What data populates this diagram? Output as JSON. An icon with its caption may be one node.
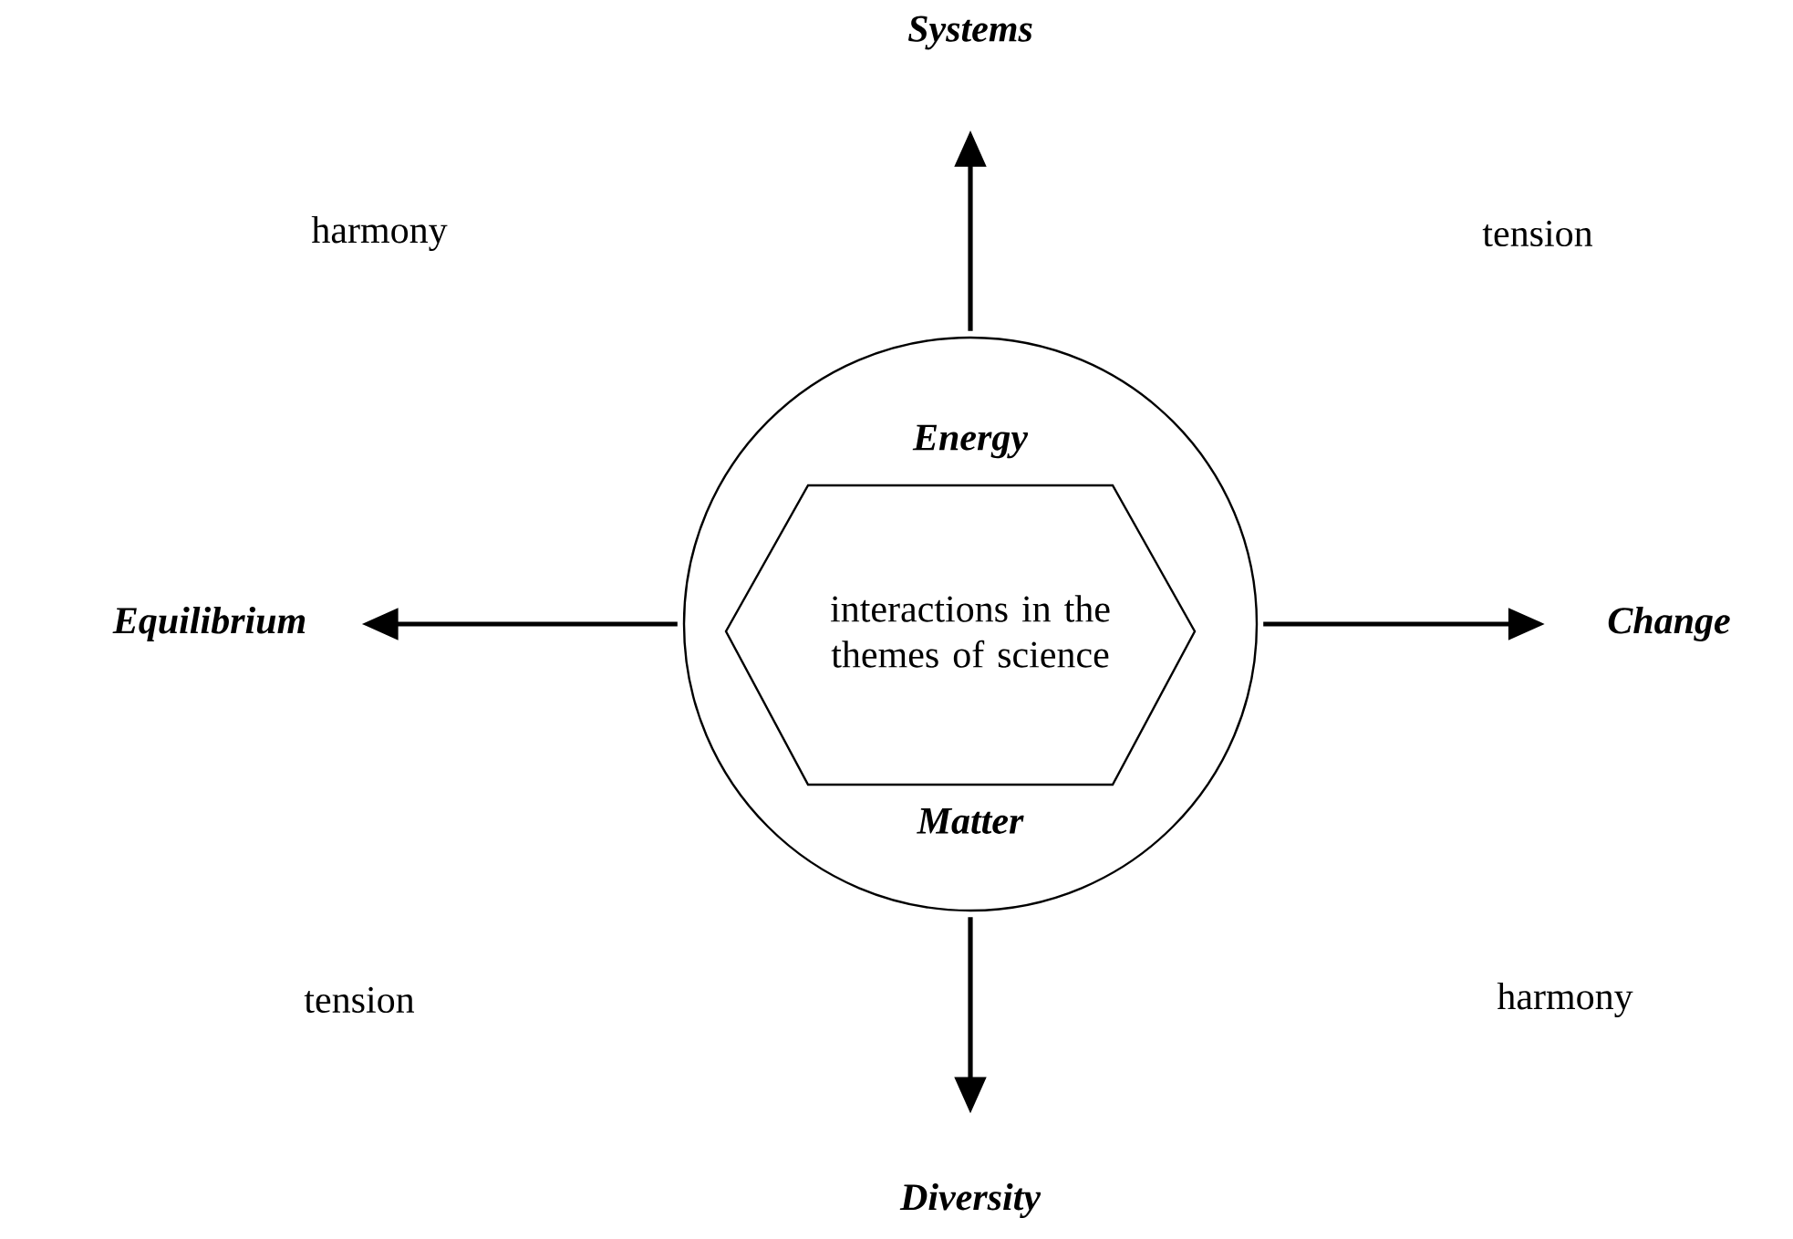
{
  "diagram": {
    "nodes": [
      {
        "text": [
          "Energy",
          "Matter"
        ]
      },
      {
        "text": [
          "interactions in the themes of science"
        ],
        "in": 0
      },
      {
        "text": [
          "Systems"
        ]
      },
      {
        "text": [
          "Change"
        ]
      },
      {
        "text": [
          "Diversity"
        ]
      },
      {
        "text": [
          "Equilibrium"
        ]
      }
    ],
    "edges": [
      {
        "from": 0,
        "to": 2,
        "arrow": "to"
      },
      {
        "from": 0,
        "to": 3,
        "arrow": "to"
      },
      {
        "from": 0,
        "to": 4,
        "arrow": "to"
      },
      {
        "from": 0,
        "to": 5,
        "arrow": "to"
      }
    ],
    "labels": [
      "harmony",
      "tension",
      "tension",
      "harmony"
    ]
  }
}
